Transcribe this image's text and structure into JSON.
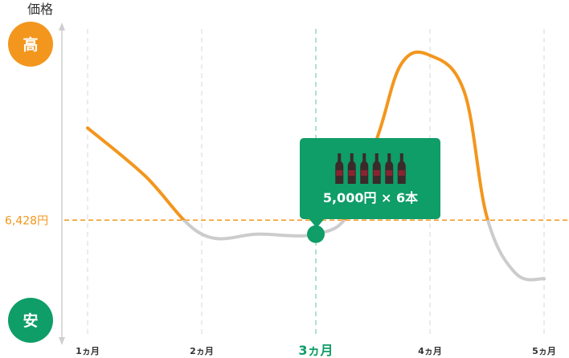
{
  "axis": {
    "y_title": "価格",
    "high_label": "高",
    "low_label": "安"
  },
  "reference": {
    "label": "6,428円"
  },
  "tooltip": {
    "text": "5,000円 × 6本",
    "bottle_count": 6
  },
  "colors": {
    "gray_line": "#cccccc",
    "orange": "#f3961d",
    "green": "#0f9d68",
    "axis": "#cfcfcf",
    "grid": "#dedede",
    "tick_text": "#333333"
  },
  "chart_data": {
    "type": "line",
    "title": "",
    "xlabel": "",
    "ylabel": "価格",
    "categories": [
      "1ヵ月",
      "2ヵ月",
      "3ヵ月",
      "4ヵ月",
      "5ヵ月"
    ],
    "highlight_category": "3ヵ月",
    "x_range": [
      1,
      5
    ],
    "reference_value": 6428,
    "reference_label": "6,428円",
    "grid": "vertical-dashed",
    "series": [
      {
        "style": "price-curve",
        "points": [
          {
            "x": 1.0,
            "y": 0.72
          },
          {
            "x": 1.5,
            "y": 0.55
          },
          {
            "x": 2.0,
            "y": 0.34
          },
          {
            "x": 2.5,
            "y": 0.34
          },
          {
            "x": 3.0,
            "y": 0.34
          },
          {
            "x": 3.3,
            "y": 0.42
          },
          {
            "x": 3.55,
            "y": 0.7
          },
          {
            "x": 3.75,
            "y": 0.95
          },
          {
            "x": 4.0,
            "y": 0.98
          },
          {
            "x": 4.3,
            "y": 0.85
          },
          {
            "x": 4.5,
            "y": 0.4
          },
          {
            "x": 4.75,
            "y": 0.2
          },
          {
            "x": 5.0,
            "y": 0.18
          }
        ]
      }
    ],
    "reference_y": 0.39,
    "marker": {
      "x": 3.0,
      "y": 0.34
    }
  }
}
